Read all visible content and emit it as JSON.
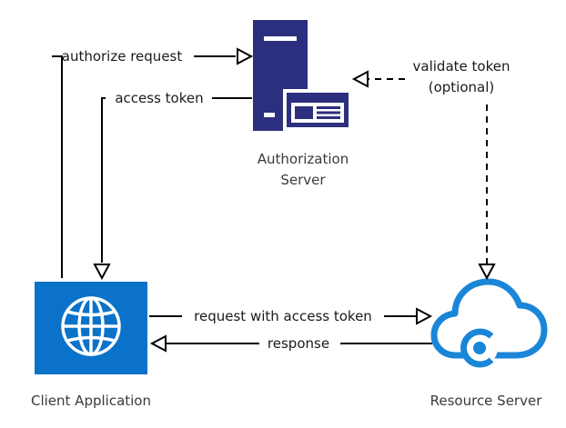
{
  "nodes": {
    "authorization_server": {
      "label_line1": "Authorization",
      "label_line2": "Server"
    },
    "client_application": {
      "label": "Client Application"
    },
    "resource_server": {
      "label": "Resource Server"
    }
  },
  "edges": {
    "authorize_request": {
      "label": "authorize request"
    },
    "access_token": {
      "label": "access token"
    },
    "validate_token": {
      "label_line1": "validate token",
      "label_line2": "(optional)"
    },
    "request_with_access_token": {
      "label": "request with access token"
    },
    "response": {
      "label": "response"
    }
  },
  "colors": {
    "server_navy": "#2c2f7d",
    "client_blue": "#0b72c9",
    "cloud_blue": "#1a86d8"
  }
}
